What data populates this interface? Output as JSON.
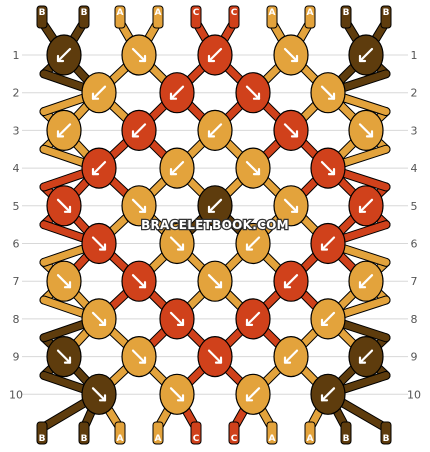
{
  "colors": {
    "A": "#E3A33C",
    "B": "#5E3C0D",
    "C": "#D0411B",
    "arrow": "#ffffff",
    "outline": "#000000",
    "gridline": "#d8d8d8"
  },
  "strands_top": [
    "B",
    "B",
    "A",
    "A",
    "C",
    "C",
    "A",
    "A",
    "B",
    "B"
  ],
  "strands_bottom": [
    "B",
    "B",
    "A",
    "A",
    "C",
    "C",
    "A",
    "A",
    "B",
    "B"
  ],
  "rows": [
    {
      "label": "1",
      "knots": [
        {
          "c": "B",
          "d": "sw"
        },
        {
          "c": "A",
          "d": "se"
        },
        {
          "c": "C",
          "d": "sw"
        },
        {
          "c": "A",
          "d": "se"
        },
        {
          "c": "B",
          "d": "sw"
        }
      ]
    },
    {
      "label": "2",
      "knots": [
        {
          "c": "A",
          "d": "sw"
        },
        {
          "c": "C",
          "d": "sw"
        },
        {
          "c": "C",
          "d": "se"
        },
        {
          "c": "A",
          "d": "se"
        }
      ]
    },
    {
      "label": "3",
      "knots": [
        {
          "c": "A",
          "d": "sw"
        },
        {
          "c": "C",
          "d": "sw"
        },
        {
          "c": "A",
          "d": "sw"
        },
        {
          "c": "C",
          "d": "se"
        },
        {
          "c": "A",
          "d": "se"
        }
      ]
    },
    {
      "label": "4",
      "knots": [
        {
          "c": "C",
          "d": "sw"
        },
        {
          "c": "A",
          "d": "sw"
        },
        {
          "c": "A",
          "d": "se"
        },
        {
          "c": "C",
          "d": "se"
        }
      ]
    },
    {
      "label": "5",
      "knots": [
        {
          "c": "C",
          "d": "se"
        },
        {
          "c": "A",
          "d": "se"
        },
        {
          "c": "B",
          "d": "sw"
        },
        {
          "c": "A",
          "d": "se"
        },
        {
          "c": "C",
          "d": "sw"
        }
      ]
    },
    {
      "label": "6",
      "knots": [
        {
          "c": "C",
          "d": "se"
        },
        {
          "c": "A",
          "d": "se"
        },
        {
          "c": "A",
          "d": "sw"
        },
        {
          "c": "C",
          "d": "sw"
        }
      ]
    },
    {
      "label": "7",
      "knots": [
        {
          "c": "A",
          "d": "se"
        },
        {
          "c": "C",
          "d": "se"
        },
        {
          "c": "A",
          "d": "se"
        },
        {
          "c": "C",
          "d": "sw"
        },
        {
          "c": "A",
          "d": "sw"
        }
      ]
    },
    {
      "label": "8",
      "knots": [
        {
          "c": "A",
          "d": "se"
        },
        {
          "c": "C",
          "d": "se"
        },
        {
          "c": "C",
          "d": "sw"
        },
        {
          "c": "A",
          "d": "sw"
        }
      ]
    },
    {
      "label": "9",
      "knots": [
        {
          "c": "B",
          "d": "se"
        },
        {
          "c": "A",
          "d": "se"
        },
        {
          "c": "C",
          "d": "se"
        },
        {
          "c": "A",
          "d": "sw"
        },
        {
          "c": "B",
          "d": "sw"
        }
      ]
    },
    {
      "label": "10",
      "knots": [
        {
          "c": "B",
          "d": "se"
        },
        {
          "c": "A",
          "d": "se"
        },
        {
          "c": "A",
          "d": "sw"
        },
        {
          "c": "B",
          "d": "sw"
        }
      ]
    }
  ],
  "watermark": "BRACELETBOOK.COM"
}
